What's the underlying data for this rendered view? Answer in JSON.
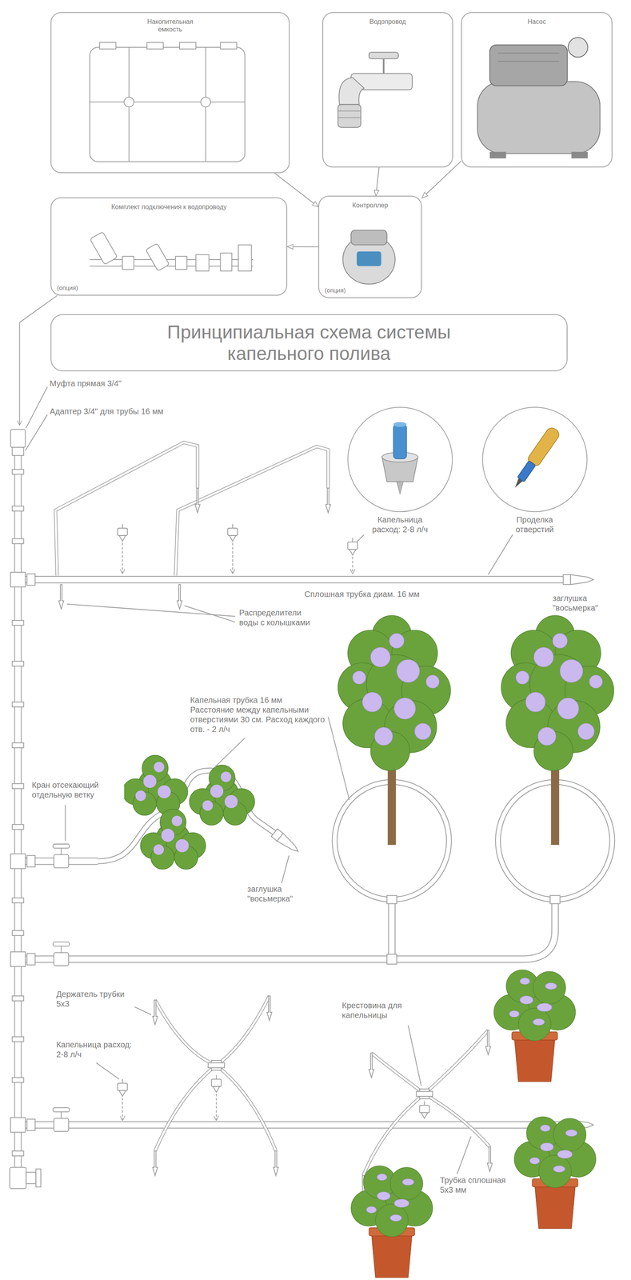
{
  "diagram": {
    "title": "Принципиальная схема системы капельного полива",
    "nodes": [
      {
        "text": [
          "Накопительная емкость"
        ]
      },
      {
        "text": [
          "Водопровод"
        ]
      },
      {
        "text": [
          "Насос"
        ]
      },
      {
        "text": [
          "Комплект подключения к водопроводу",
          "(опция)"
        ]
      },
      {
        "text": [
          "Контроллер",
          "(опция)"
        ]
      },
      {
        "text": [
          "Капельница расход: 2-8 л/ч"
        ]
      },
      {
        "text": [
          "Проделка отверстий"
        ]
      }
    ],
    "edges": [
      {
        "from": 0,
        "to": 4,
        "arrow": "to"
      },
      {
        "from": 1,
        "to": 4,
        "arrow": "to"
      },
      {
        "from": 2,
        "to": 4,
        "arrow": "to"
      },
      {
        "from": 4,
        "to": 3,
        "arrow": "to"
      }
    ],
    "labels": [
      "Муфта прямая 3/4\"",
      "Адаптер 3/4\" для трубы 16 мм",
      "Сплошная трубка диам. 16 мм",
      "заглушка \"восьмерка\"",
      "Распределители воды с колышками",
      "Капельная трубка 16 мм Расстояние между капельными отверстиями 30 см. Расход каждого отв. - 2 л/ч",
      "Кран отсекающий отдельную ветку",
      "заглушка \"восьмерка\"",
      "Держатель трубки 5х3",
      "Капельница расход: 2-8 л/ч",
      "Крестовина для капельницы",
      "Трубка сплошная 5х3 мм"
    ]
  }
}
